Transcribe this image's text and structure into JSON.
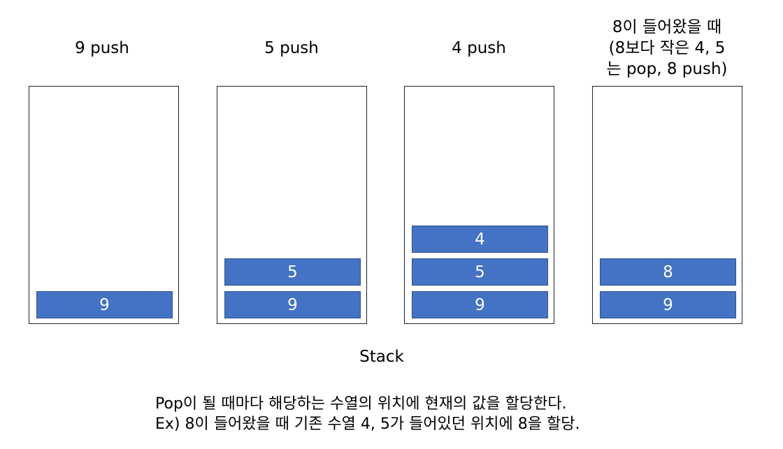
{
  "colors": {
    "block_fill": "#4472c4",
    "block_text": "#ffffff",
    "box_border": "#222222",
    "text": "#000000"
  },
  "columns": [
    {
      "label": "9 push",
      "stack_bottom_to_top": [
        "9"
      ]
    },
    {
      "label": "5 push",
      "stack_bottom_to_top": [
        "9",
        "5"
      ]
    },
    {
      "label": "4 push",
      "stack_bottom_to_top": [
        "9",
        "5",
        "4"
      ]
    },
    {
      "label": "8이 들어왔을 때\n(8보다 작은 4, 5\n는 pop, 8 push)",
      "stack_bottom_to_top": [
        "9",
        "8"
      ]
    }
  ],
  "stack_title": "Stack",
  "caption": {
    "line1": "Pop이 될 때마다 해당하는 수열의 위치에 현재의 값을 할당한다.",
    "line2": "Ex) 8이 들어왔을 때 기존 수열 4, 5가 들어있던 위치에 8을 할당."
  }
}
